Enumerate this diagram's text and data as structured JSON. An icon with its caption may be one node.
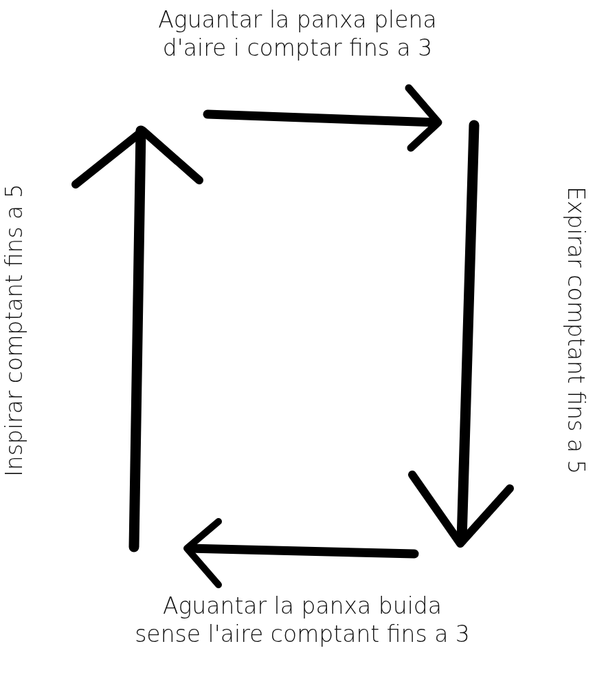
{
  "diagram": {
    "labels": [
      "Aguantar la panxa plena d'aire i comptar fins a 3",
      "Inspirar comptant fins a 5",
      "Expirar comptant fins a 5",
      "Aguantar la panxa buida sense l'aire comptant fins a 3"
    ]
  }
}
